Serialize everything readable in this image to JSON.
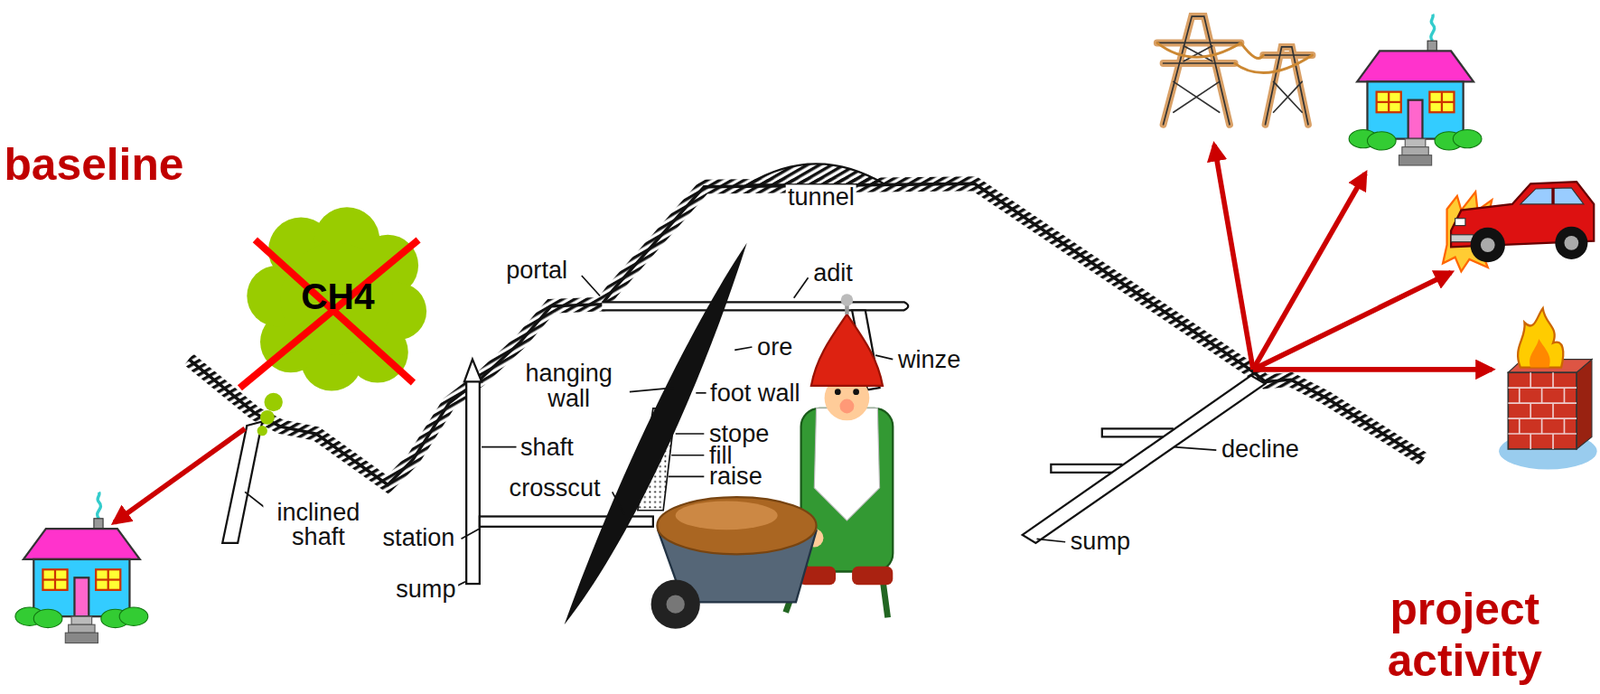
{
  "diagram": {
    "nodes": [
      {
        "text": [
          "CH4"
        ]
      }
    ],
    "labels": [
      "baseline",
      "tunnel",
      "portal",
      "adit",
      "ore",
      "winze",
      "hanging wall",
      "foot wall",
      "stope",
      "fill",
      "raise",
      "shaft",
      "crosscut",
      "station",
      "sump",
      "inclined shaft",
      "decline",
      "sump",
      "project activity"
    ]
  }
}
